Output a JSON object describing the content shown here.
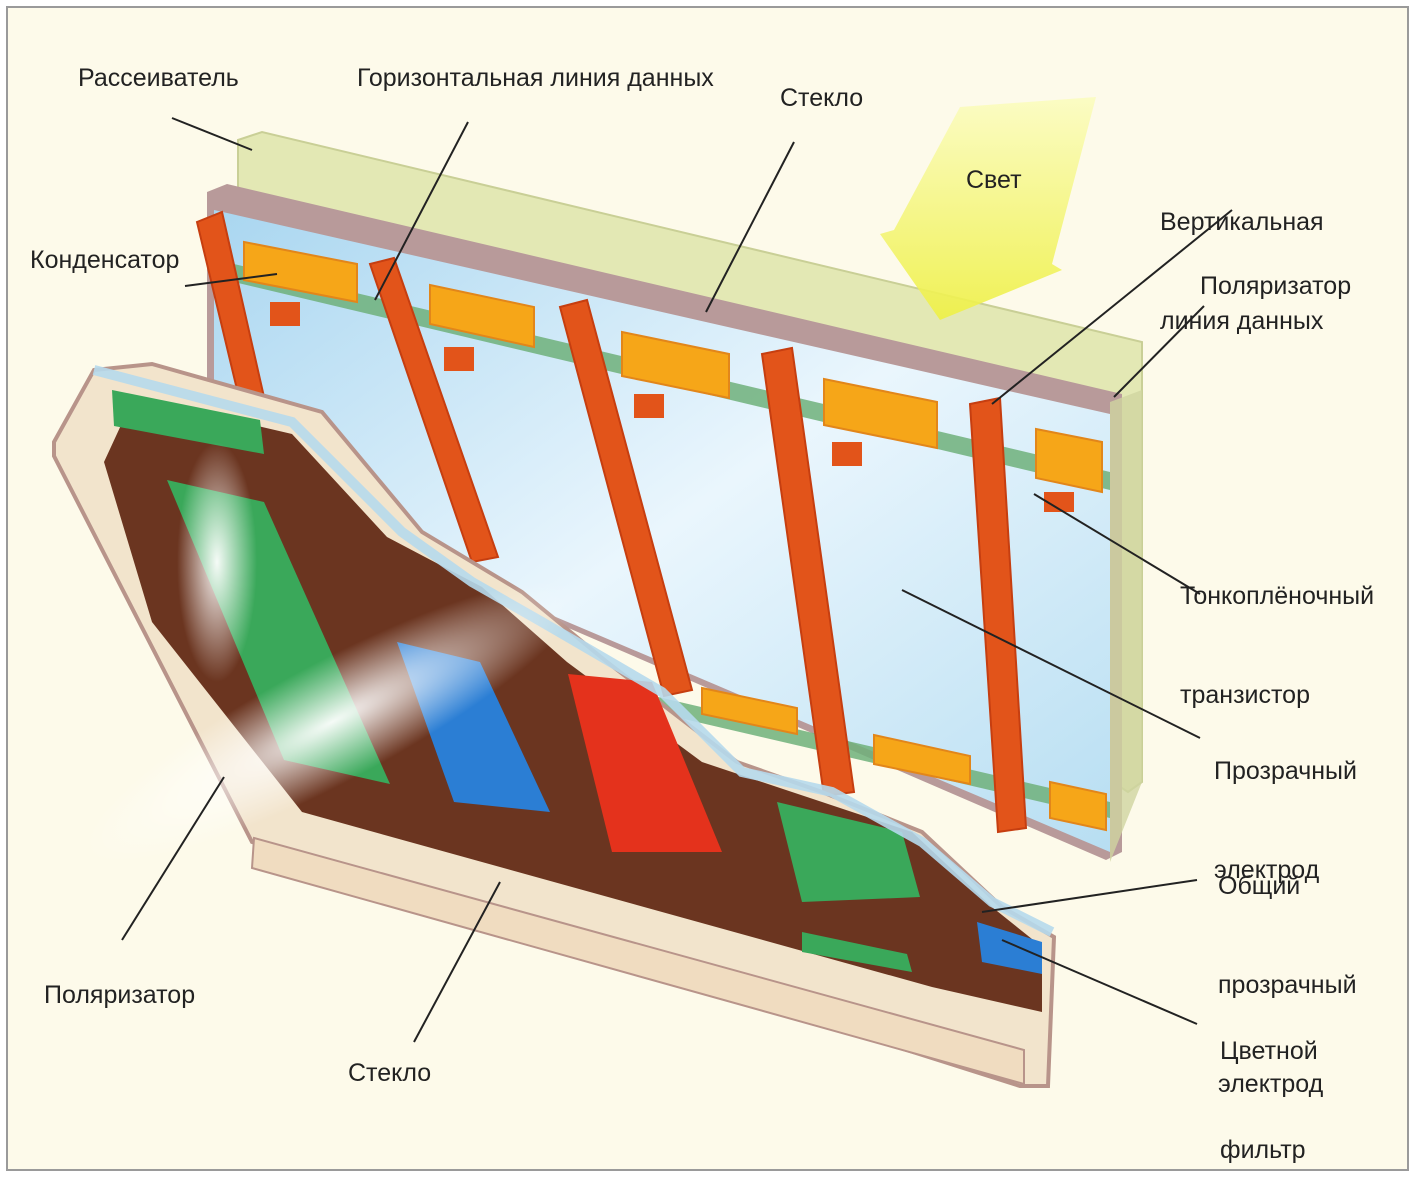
{
  "labels": {
    "diffuser": "Рассеиватель",
    "horizontal_data_line": "Горизонтальная линия данных",
    "glass_top": "Стекло",
    "light": "Свет",
    "vertical_data_line": [
      "Вертикальная",
      "линия данных"
    ],
    "capacitor": "Конденсатор",
    "polarizer_right": "Поляризатор",
    "tft": [
      "Тонкоплёночный",
      "транзистор"
    ],
    "transparent_electrode": [
      "Прозрачный",
      "электрод"
    ],
    "common_electrode": [
      "Общий",
      "прозрачный",
      "электрод"
    ],
    "color_filter": [
      "Цветной",
      "фильтр"
    ],
    "polarizer_left": "Поляризатор",
    "glass_bottom": "Стекло"
  },
  "colors": {
    "background": "#fdfaea",
    "diffuser": "#e3e8b4",
    "glass_edge": "#b49494",
    "electrode": "#c6e6f6",
    "data_line": "#e2541a",
    "capacitor": "#f6a618",
    "tft": "#7fb27a",
    "light_arrow": "#f2f468",
    "filter_green": "#3aa85a",
    "filter_blue": "#2b7ed4",
    "filter_red": "#e4321c",
    "leader": "#222222"
  }
}
